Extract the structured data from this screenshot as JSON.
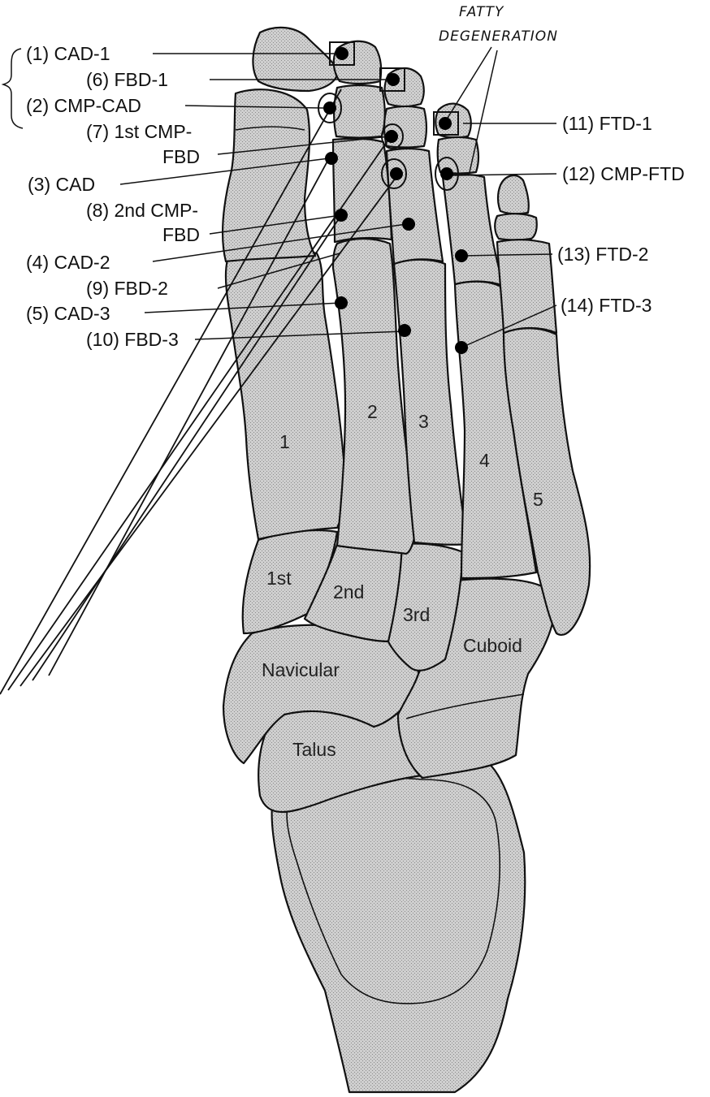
{
  "annotation": {
    "line1": "FATTY",
    "line2": "DEGENERATION"
  },
  "left_labels": [
    {
      "id": "1",
      "text": "(1) CAD-1"
    },
    {
      "id": "6",
      "text": "(6) FBD-1"
    },
    {
      "id": "2",
      "text": "(2) CMP-CAD"
    },
    {
      "id": "7a",
      "text": "(7) 1st CMP-"
    },
    {
      "id": "7b",
      "text": "FBD"
    },
    {
      "id": "3",
      "text": "(3) CAD"
    },
    {
      "id": "8a",
      "text": "(8) 2nd CMP-"
    },
    {
      "id": "8b",
      "text": "FBD"
    },
    {
      "id": "4",
      "text": "(4) CAD-2"
    },
    {
      "id": "9",
      "text": "(9) FBD-2"
    },
    {
      "id": "5",
      "text": "(5) CAD-3"
    },
    {
      "id": "10",
      "text": "(10) FBD-3"
    }
  ],
  "right_labels": [
    {
      "id": "11",
      "text": "(11) FTD-1"
    },
    {
      "id": "12",
      "text": "(12) CMP-FTD"
    },
    {
      "id": "13",
      "text": "(13) FTD-2"
    },
    {
      "id": "14",
      "text": "(14) FTD-3"
    }
  ],
  "bone_labels": {
    "metatarsal_1": "1",
    "metatarsal_2": "2",
    "metatarsal_3": "3",
    "metatarsal_4": "4",
    "metatarsal_5": "5",
    "cuneiform_1": "1st",
    "cuneiform_2": "2nd",
    "cuneiform_3": "3rd",
    "cuboid": "Cuboid",
    "navicular": "Navicular",
    "talus": "Talus"
  }
}
